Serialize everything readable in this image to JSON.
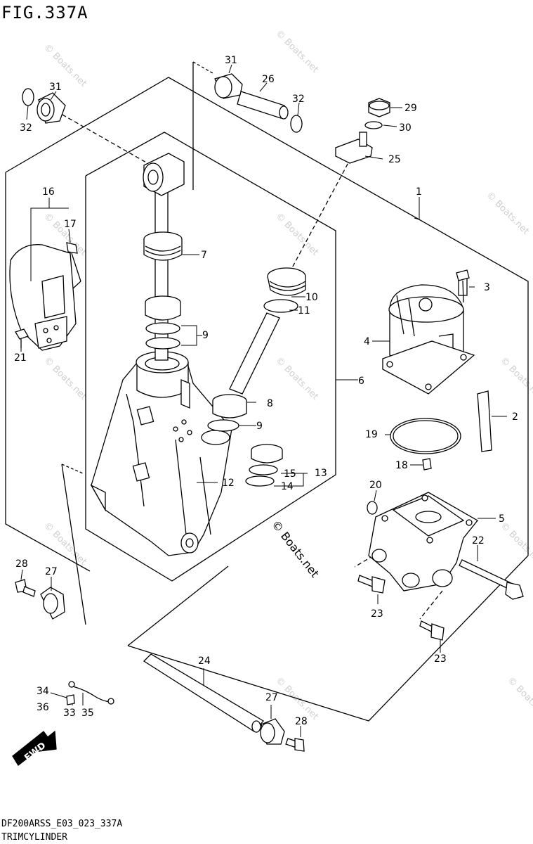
{
  "figure": {
    "title": "FIG.337A",
    "code": "DF200ARSS_E03_023_337A",
    "name": "TRIMCYLINDER"
  },
  "watermarks": {
    "small": "© Boats.net",
    "main": "© Boats.net"
  },
  "direction_label": "FWD",
  "callouts": {
    "p1": "1",
    "p2": "2",
    "p3": "3",
    "p4": "4",
    "p5": "5",
    "p6": "6",
    "p7": "7",
    "p8": "8",
    "p9a": "9",
    "p9b": "9",
    "p10": "10",
    "p11": "11",
    "p12": "12",
    "p13": "13",
    "p14": "14",
    "p15": "15",
    "p16": "16",
    "p17": "17",
    "p18": "18",
    "p19": "19",
    "p20": "20",
    "p21": "21",
    "p22": "22",
    "p23a": "23",
    "p23b": "23",
    "p24": "24",
    "p25": "25",
    "p26": "26",
    "p27a": "27",
    "p27b": "27",
    "p28a": "28",
    "p28b": "28",
    "p29": "29",
    "p30": "30",
    "p31a": "31",
    "p31b": "31",
    "p32a": "32",
    "p32b": "32",
    "p33": "33",
    "p34": "34",
    "p35": "35",
    "p36": "36"
  }
}
